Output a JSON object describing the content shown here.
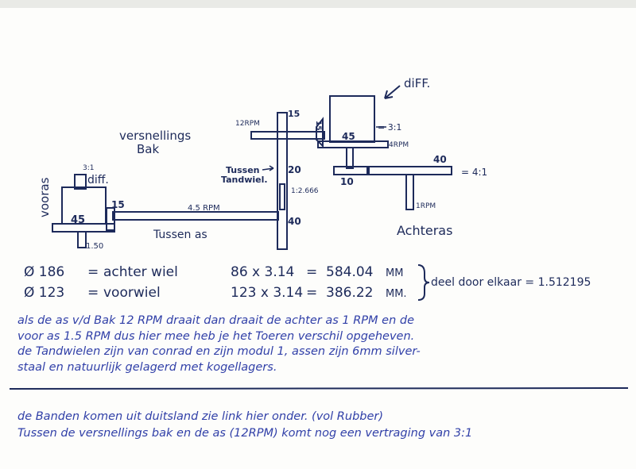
{
  "diagram": {
    "labels": {
      "versnellings": "versnellings",
      "bak": "Bak",
      "diff_top": "diFF.",
      "diff_left": "diff.",
      "vooras": "vooras",
      "ratio_left": "3:1",
      "gear_45_left": "45",
      "gear_15_left": "15",
      "val_150": "1.50",
      "rpm_45": "4.5 RPM",
      "tussen_as": "Tussen as",
      "rpm_12": "12RPM",
      "gear_15_top": "15",
      "gear_15_small": "15",
      "gear_45_right": "45",
      "ratio_31": "= 3:1",
      "rpm_4": "4RPM",
      "tussen": "Tussen",
      "tandwiel": "Tandwiel.",
      "gear_20": "20",
      "ratio_2666": "1:2.666",
      "gear_40_mid": "40",
      "gear_40_right": "40",
      "ratio_41": "= 4:1",
      "gear_10": "10",
      "rpm_1": "1RPM",
      "achteras": "Achteras"
    }
  },
  "calc": {
    "row1": {
      "dia": "Ø 186",
      "eq": "=",
      "wheel": "achter wiel",
      "formula": "86 x 3.14",
      "eq2": "=",
      "result": "584.04",
      "unit": "MM"
    },
    "row2": {
      "dia": "Ø 123",
      "eq": "=",
      "wheel": "voorwiel",
      "formula": "123 x 3.14",
      "eq2": "=",
      "result": "386.22",
      "unit": "MM."
    },
    "division": "deel door elkaar = 1.512195"
  },
  "notes": {
    "p1": [
      "als de as v/d Bak 12 RPM draait dan draait de achter as 1 RPM en de",
      "voor as 1.5 RPM dus hier mee heb je het Toeren verschil opgeheven.",
      "de Tandwielen zijn van conrad en zijn modul 1, assen zijn 6mm silver-",
      "staal en natuurlijk gelagerd met kogellagers."
    ],
    "p2": [
      "de Banden komen uit duitsland zie link hier onder. (vol Rubber)",
      "Tussen de versnellings bak en de as (12RPM) komt nog een vertraging van 3:1"
    ]
  },
  "colors": {
    "ink": "#1d2a5a",
    "ink_blue": "#3140a8",
    "paper": "#fdfdfb"
  }
}
